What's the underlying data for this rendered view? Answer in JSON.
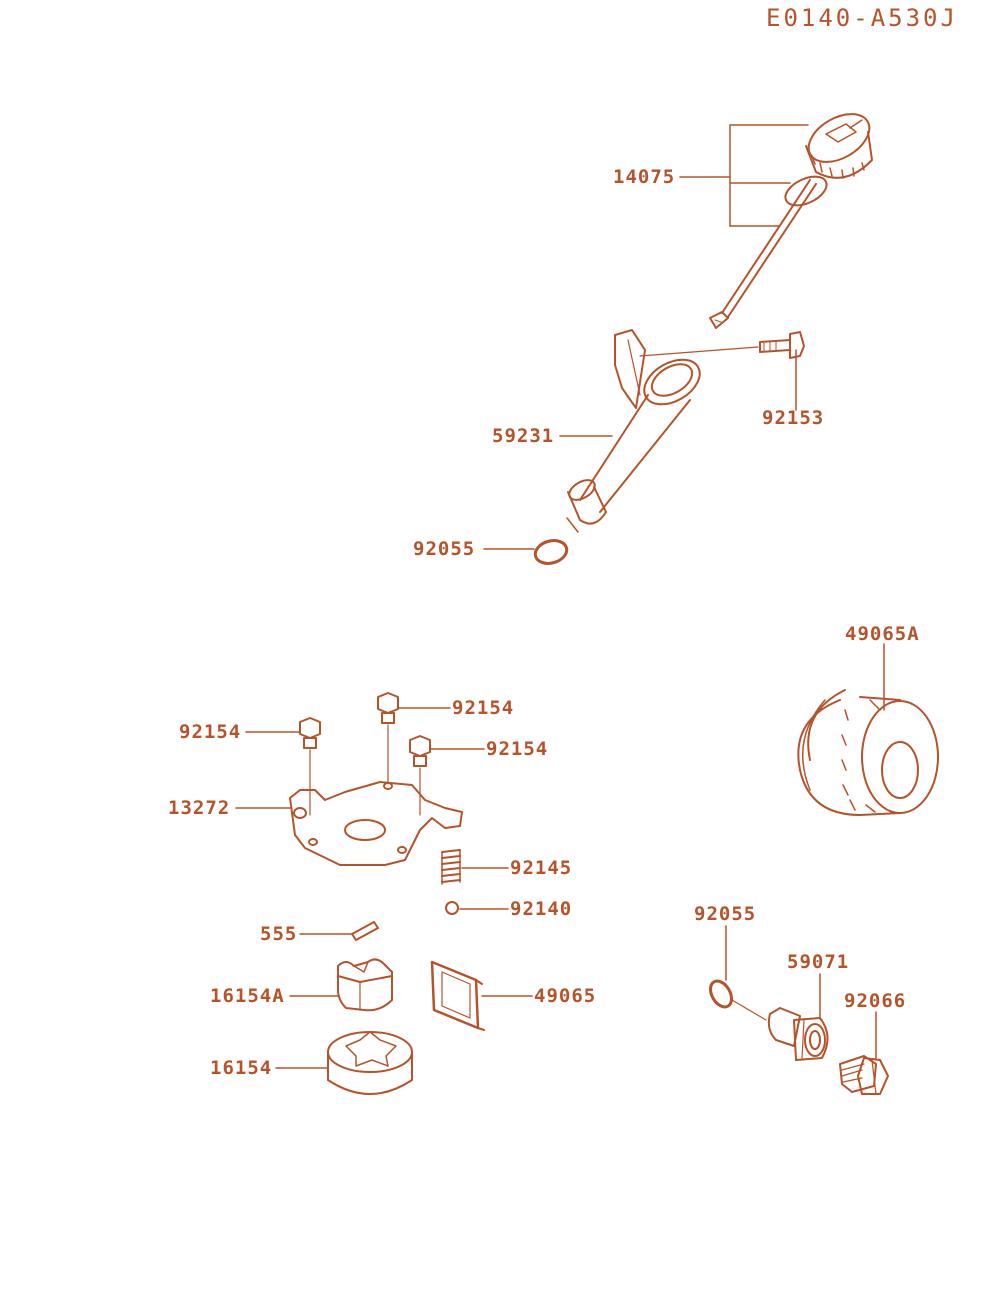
{
  "diagram": {
    "code": "E0140-A530J",
    "line_color": "#b5532b"
  },
  "labels": {
    "p14075": "14075",
    "p92153": "92153",
    "p59231": "59231",
    "p92055_top": "92055",
    "p49065A": "49065A",
    "p92154_a": "92154",
    "p92154_b": "92154",
    "p92154_c": "92154",
    "p13272": "13272",
    "p92145": "92145",
    "p92140": "92140",
    "p555": "555",
    "p16154A": "16154A",
    "p49065": "49065",
    "p16154": "16154",
    "p92055_bottom": "92055",
    "p59071": "59071",
    "p92066": "92066"
  }
}
